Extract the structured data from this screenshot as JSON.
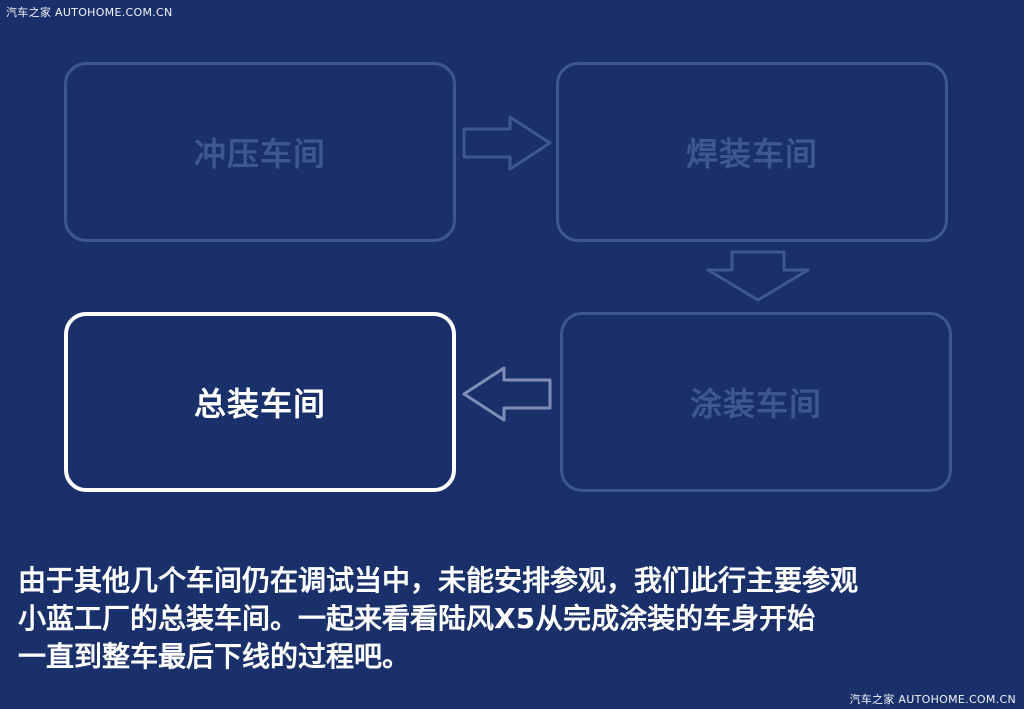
{
  "watermark": {
    "top": "汽车之家 AUTOHOME.COM.CN",
    "bottom": "汽车之家 AUTOHOME.COM.CN"
  },
  "workshops": {
    "stamping": "冲压车间",
    "welding": "焊装车间",
    "painting": "涂装车间",
    "assembly": "总装车间"
  },
  "active_workshop": "assembly",
  "colors": {
    "background": "#19306a",
    "dim": "#3e5790",
    "active": "#ffffff"
  },
  "caption": {
    "line1": "由于其他几个车间仍在调试当中，未能安排参观，我们此行主要参观",
    "line2": "小蓝工厂的总装车间。一起来看看陆风X5从完成涂装的车身开始",
    "line3": "一直到整车最后下线的过程吧。"
  }
}
